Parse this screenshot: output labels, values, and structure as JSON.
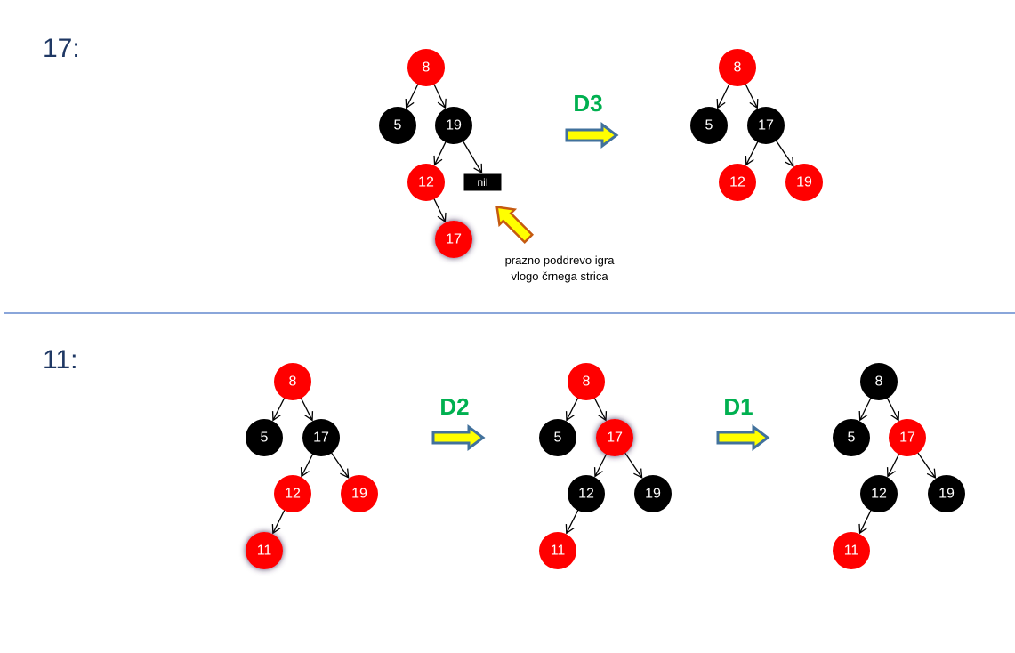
{
  "colors": {
    "red_node": "#ff0000",
    "black_node": "#000000",
    "title": "#1f3864",
    "case_label": "#00b050",
    "transition_arrow_fill": "#ffff00",
    "transition_arrow_stroke": "#41719c",
    "note_arrow_fill": "#ffff00",
    "note_arrow_stroke": "#c55a11",
    "divider": "#4472c4"
  },
  "sections": [
    {
      "title": "17:",
      "transitions": [
        "D3"
      ],
      "note": {
        "lines": [
          "prazno poddrevo igra",
          "vlogo črnega strica"
        ]
      },
      "nil_label": "nil",
      "trees": [
        {
          "nodes": [
            {
              "id": "a8",
              "label": "8",
              "color": "red"
            },
            {
              "id": "a5",
              "label": "5",
              "color": "black"
            },
            {
              "id": "a19",
              "label": "19",
              "color": "black"
            },
            {
              "id": "a12",
              "label": "12",
              "color": "red"
            },
            {
              "id": "a17",
              "label": "17",
              "color": "red",
              "highlight": true
            }
          ]
        },
        {
          "nodes": [
            {
              "id": "b8",
              "label": "8",
              "color": "red"
            },
            {
              "id": "b5",
              "label": "5",
              "color": "black"
            },
            {
              "id": "b17",
              "label": "17",
              "color": "black"
            },
            {
              "id": "b12",
              "label": "12",
              "color": "red"
            },
            {
              "id": "b19",
              "label": "19",
              "color": "red"
            }
          ]
        }
      ]
    },
    {
      "title": "11:",
      "transitions": [
        "D2",
        "D1"
      ],
      "trees": [
        {
          "nodes": [
            {
              "id": "c8",
              "label": "8",
              "color": "red"
            },
            {
              "id": "c5",
              "label": "5",
              "color": "black"
            },
            {
              "id": "c17",
              "label": "17",
              "color": "black"
            },
            {
              "id": "c12",
              "label": "12",
              "color": "red"
            },
            {
              "id": "c19",
              "label": "19",
              "color": "red"
            },
            {
              "id": "c11",
              "label": "11",
              "color": "red",
              "highlight": true
            }
          ]
        },
        {
          "nodes": [
            {
              "id": "d8",
              "label": "8",
              "color": "red"
            },
            {
              "id": "d5",
              "label": "5",
              "color": "black"
            },
            {
              "id": "d17",
              "label": "17",
              "color": "red",
              "highlight": true
            },
            {
              "id": "d12",
              "label": "12",
              "color": "black"
            },
            {
              "id": "d19",
              "label": "19",
              "color": "black"
            },
            {
              "id": "d11",
              "label": "11",
              "color": "red"
            }
          ]
        },
        {
          "nodes": [
            {
              "id": "e8",
              "label": "8",
              "color": "black"
            },
            {
              "id": "e5",
              "label": "5",
              "color": "black"
            },
            {
              "id": "e17",
              "label": "17",
              "color": "red"
            },
            {
              "id": "e12",
              "label": "12",
              "color": "black"
            },
            {
              "id": "e19",
              "label": "19",
              "color": "black"
            },
            {
              "id": "e11",
              "label": "11",
              "color": "red"
            }
          ]
        }
      ]
    }
  ]
}
